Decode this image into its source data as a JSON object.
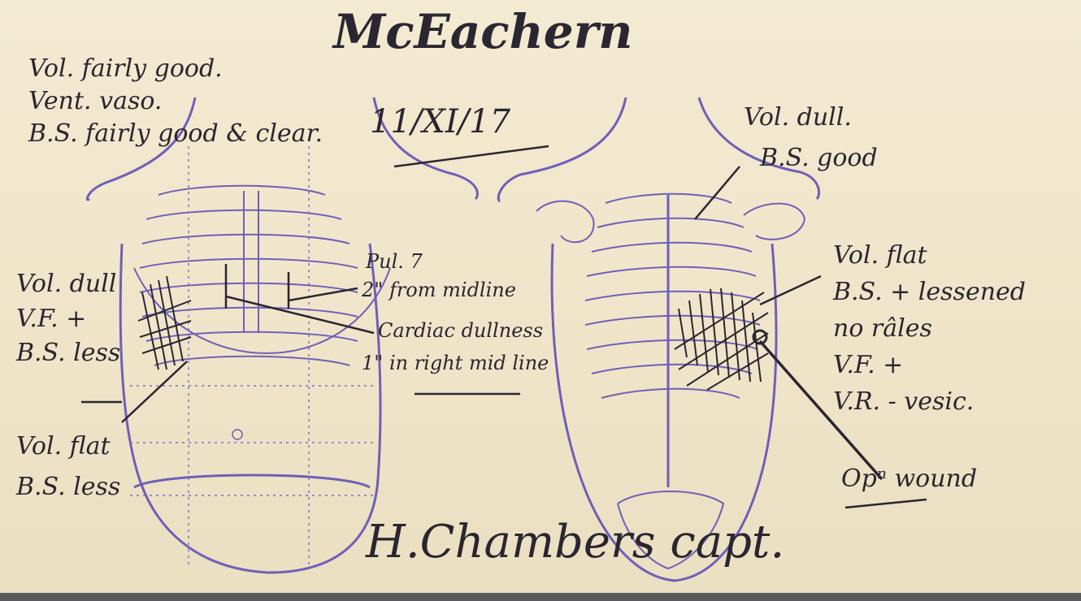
{
  "document": {
    "patient_name": "McEachern",
    "date": "11/XI/17",
    "front_notes": {
      "header_lines": [
        "Vol. fairly good.",
        "Vent. vaso.",
        "B.S. fairly good & clear."
      ],
      "left_box_lines": [
        "Vol. dull",
        "V.F. +",
        "B.S. less"
      ],
      "left_lower_lines": [
        "Vol. flat",
        "B.S. less"
      ],
      "cardiac_lines": [
        "Pul. 7",
        "2\" from midline",
        "Cardiac dullness",
        "1\" in right mid line"
      ]
    },
    "back_notes": {
      "top_lines": [
        "Vol. dull.",
        "B.S. good"
      ],
      "right_lines": [
        "Vol. flat",
        "B.S. + lessened",
        "no râles",
        "V.F. +",
        "V.R. - vesic."
      ],
      "wound_label": "Opⁿ wound"
    },
    "signature": "H.Chambers capt."
  },
  "colors": {
    "ink": "#2a2630",
    "diagram_purple": "#6f5fb8",
    "paper": "#efe4c8"
  }
}
